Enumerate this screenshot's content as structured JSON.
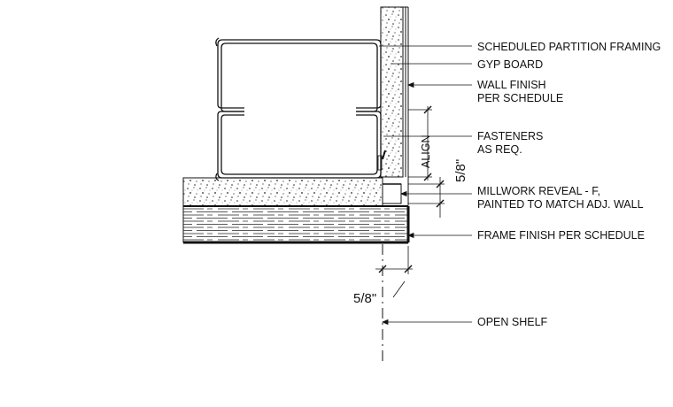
{
  "callouts": {
    "partition_framing": "SCHEDULED PARTITION FRAMING",
    "gyp_board": "GYP BOARD",
    "wall_finish": [
      "WALL FINISH",
      "PER SCHEDULE"
    ],
    "fasteners": [
      "FASTENERS",
      "AS REQ."
    ],
    "millwork_reveal": [
      "MILLWORK REVEAL - F,",
      "PAINTED TO MATCH ADJ. WALL"
    ],
    "frame_finish": "FRAME FINISH PER SCHEDULE",
    "open_shelf": "OPEN SHELF"
  },
  "dimensions": {
    "align": "ALIGN",
    "reveal_dim": "5/8\"",
    "shelf_dim": "5/8\""
  },
  "colors": {
    "line": "#111111",
    "background": "#ffffff"
  }
}
